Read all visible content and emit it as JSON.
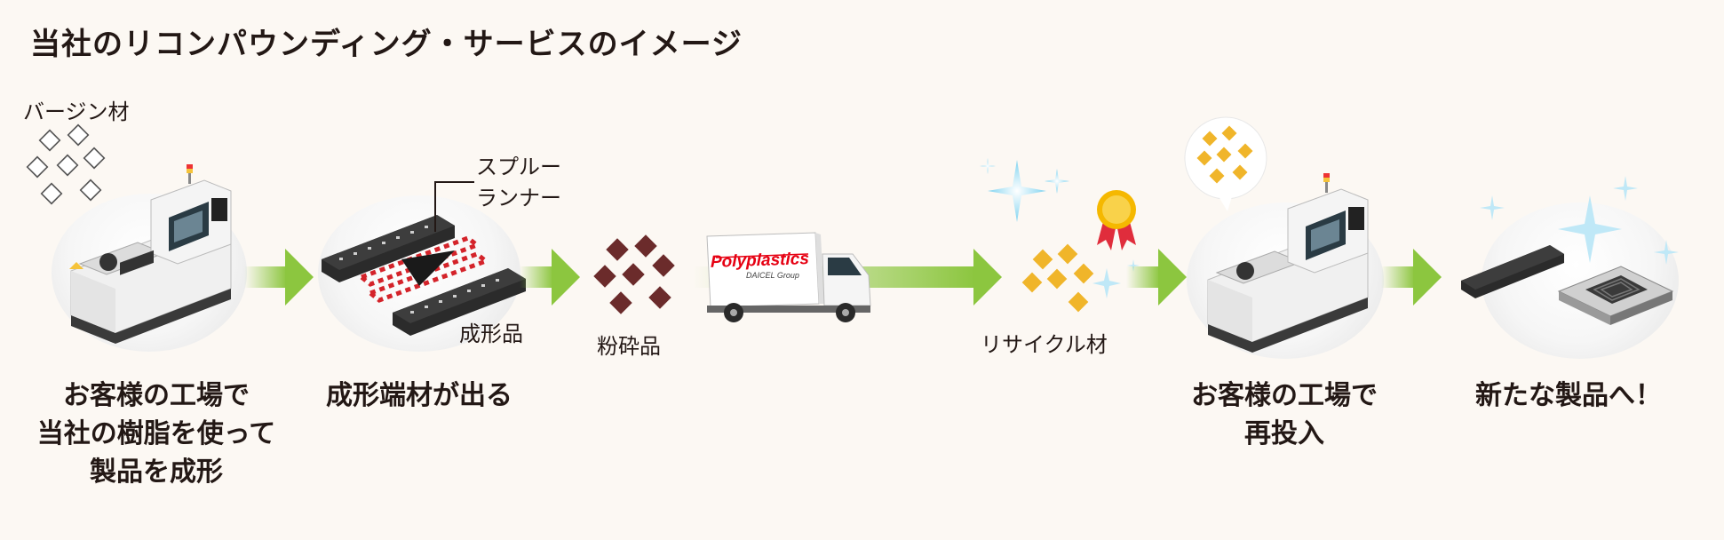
{
  "title": "当社のリコンパウンディング・サービスのイメージ",
  "labels": {
    "virgin": "バージン材",
    "sprue": "スプルー",
    "runner": "ランナー",
    "molded": "成形品",
    "crushed": "粉砕品",
    "recycled": "リサイクル材"
  },
  "truck": {
    "brand": "Polyplastics",
    "group": "DAICEL Group"
  },
  "steps": [
    {
      "lines": [
        "お客様の工場で",
        "当社の樹脂を使って",
        "製品を成形"
      ]
    },
    {
      "lines": [
        "成形端材が出る"
      ]
    },
    {
      "lines": [
        "お客様の工場で",
        "再投入"
      ]
    },
    {
      "lines": [
        "新たな製品へ！"
      ]
    }
  ],
  "colors": {
    "arrow": "#8cc63f",
    "crushed": "#6b2b2b",
    "recycled": "#f0b52a",
    "brand_red": "#e60012",
    "sparkle": "#7fd3f0"
  },
  "icons": [
    "molding-machine-icon",
    "runner-part-icon",
    "truck-icon",
    "medal-icon",
    "chip-icon",
    "sparkle-icon"
  ]
}
